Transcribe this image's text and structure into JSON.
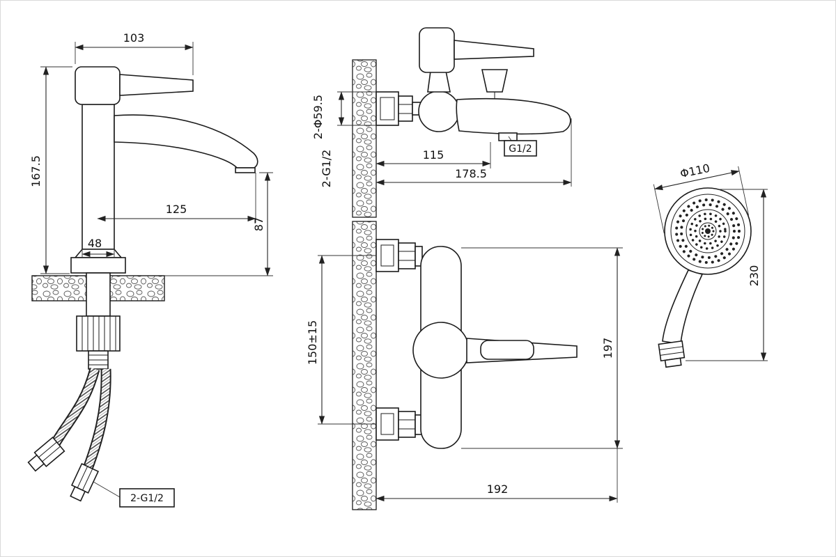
{
  "colors": {
    "line": "#1b1b1b",
    "background": "#ffffff"
  },
  "basin": {
    "handle_width": "103",
    "height": "167.5",
    "spout_reach": "125",
    "spout_height": "87",
    "base_width": "48",
    "inlet_thread": "2-G1/2"
  },
  "mixer_side": {
    "hole_diameter": "2-Φ59.5",
    "inlet_thread": "2-G1/2",
    "spout_reach": "115",
    "total_depth": "178.5",
    "outlet_thread": "G1/2"
  },
  "mixer_front": {
    "inlet_spacing": "150±15",
    "height": "197",
    "width": "192"
  },
  "shower": {
    "head_diameter": "Φ110",
    "length": "230"
  }
}
